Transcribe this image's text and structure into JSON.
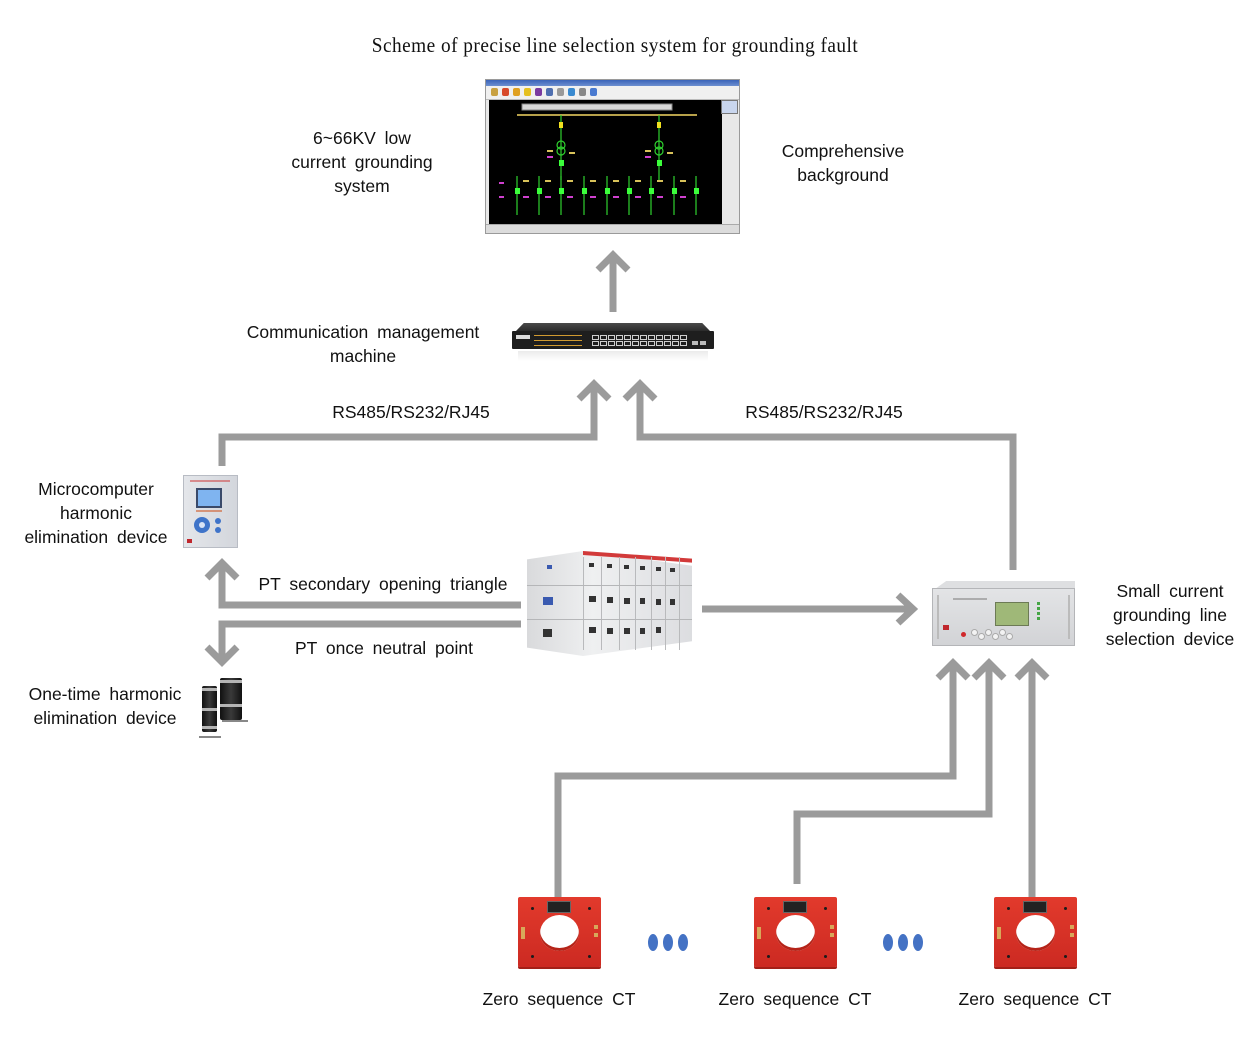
{
  "title": "Scheme of precise line selection system for grounding fault",
  "colors": {
    "connector": "#9b9b9b",
    "ct_red": "#d9322a",
    "ellipsis_blue": "#4472c4",
    "monitor_bg": "#000000",
    "busbar": "#b7a14a",
    "feeder_green": "#2fd12f"
  },
  "nodes": {
    "system": {
      "label_lines": [
        "6~66KV  low",
        "current  grounding",
        "system"
      ]
    },
    "background": {
      "label_lines": [
        "Comprehensive",
        "background"
      ],
      "icon": "scada-monitor-screenshot"
    },
    "comm_machine": {
      "label_lines": [
        "Communication  management",
        "machine"
      ],
      "icon": "network-switch"
    },
    "micro_harmonic": {
      "label_lines": [
        "Microcomputer",
        "harmonic",
        "elimination  device"
      ],
      "icon": "relay-device"
    },
    "one_time_harmonic": {
      "label_lines": [
        "One-time  harmonic",
        "elimination  device"
      ],
      "icon": "harmonic-eliminator-cylinders"
    },
    "switchgear": {
      "icon": "switchgear-cabinet"
    },
    "line_selection": {
      "label_lines": [
        "Small  current",
        "grounding  line",
        "selection  device"
      ],
      "icon": "rack-mount-device"
    },
    "cts": [
      {
        "label": "Zero  sequence  CT",
        "icon": "zero-sequence-ct"
      },
      {
        "label": "Zero  sequence  CT",
        "icon": "zero-sequence-ct"
      },
      {
        "label": "Zero  sequence  CT",
        "icon": "zero-sequence-ct"
      }
    ]
  },
  "links": {
    "left_protocol": "RS485/RS232/RJ45",
    "right_protocol": "RS485/RS232/RJ45",
    "pt_secondary": "PT  secondary  opening  triangle",
    "pt_neutral": "PT  once  neutral  point"
  },
  "ellipsis_count": 3
}
